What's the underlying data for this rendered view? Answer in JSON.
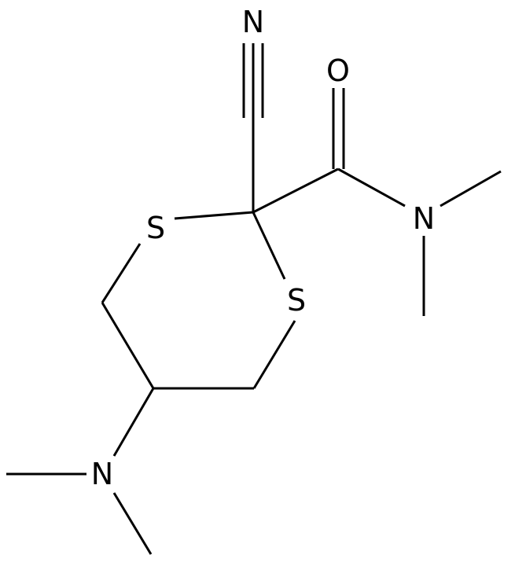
{
  "molecule": {
    "atoms": {
      "nitrile_n": "N",
      "carbonyl_o": "O",
      "amide_n": "N",
      "ring_s1": "S",
      "ring_s2": "S",
      "amine_n": "N"
    }
  }
}
